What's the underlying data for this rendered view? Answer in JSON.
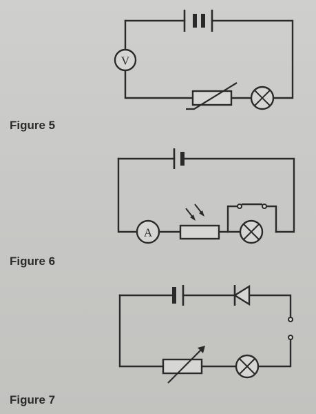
{
  "figures": [
    {
      "label": "Figure 5",
      "meter": "V"
    },
    {
      "label": "Figure 6",
      "meter": "A"
    },
    {
      "label": "Figure 7"
    }
  ]
}
